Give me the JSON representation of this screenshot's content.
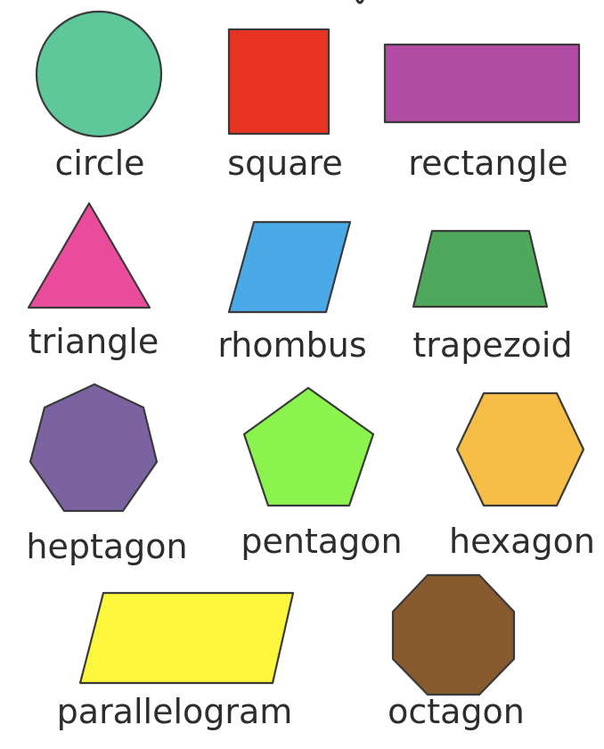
{
  "shapes": [
    {
      "id": "circle",
      "label": "circle",
      "color": "#5ec89b"
    },
    {
      "id": "square",
      "label": "square",
      "color": "#e93323"
    },
    {
      "id": "rectangle",
      "label": "rectangle",
      "color": "#b24ba3"
    },
    {
      "id": "triangle",
      "label": "triangle",
      "color": "#ea4b9b"
    },
    {
      "id": "rhombus",
      "label": "rhombus",
      "color": "#4aa9e7"
    },
    {
      "id": "trapezoid",
      "label": "trapezoid",
      "color": "#4da85b"
    },
    {
      "id": "heptagon",
      "label": "heptagon",
      "color": "#7a63a0"
    },
    {
      "id": "pentagon",
      "label": "pentagon",
      "color": "#8bf34d"
    },
    {
      "id": "hexagon",
      "label": "hexagon",
      "color": "#f5be46"
    },
    {
      "id": "parallelogram",
      "label": "parallelogram",
      "color": "#fcf73d"
    },
    {
      "id": "octagon",
      "label": "octagon",
      "color": "#8a5a2f"
    }
  ],
  "stroke_color": "#3a3a3a"
}
